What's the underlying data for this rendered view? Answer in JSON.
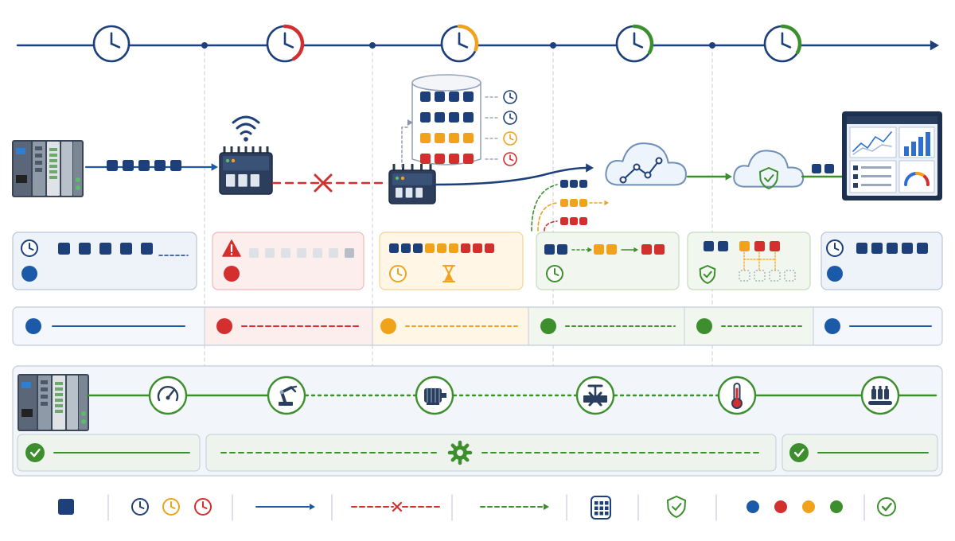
{
  "colors": {
    "navy": "#1d3f7a",
    "blue": "#1a5aa8",
    "red": "#d32f2f",
    "orange": "#f0a21b",
    "green": "#3d8f2e",
    "grey": "#c9ced6",
    "panel_blue": "#eef3fa",
    "panel_red": "#fdeeee",
    "panel_orange": "#fff6e6",
    "panel_green": "#f1f7ee",
    "line_grey": "#c4ccd8"
  },
  "timeline": {
    "clocks": [
      {
        "name": "timeline-clock-1",
        "arc": "none"
      },
      {
        "name": "timeline-clock-2",
        "arc": "red"
      },
      {
        "name": "timeline-clock-3",
        "arc": "orange"
      },
      {
        "name": "timeline-clock-4",
        "arc": "green"
      },
      {
        "name": "timeline-clock-5",
        "arc": "green"
      }
    ]
  },
  "devices": {
    "plc": "plc-controller-icon",
    "gateway": "wireless-gateway-icon",
    "edge": "edge-device-icon",
    "buffer": "data-buffer-database-icon",
    "cloud_analytics": "cloud-analytics-icon",
    "cloud_secure": "cloud-secure-icon",
    "dashboard": "dashboard-monitor-icon"
  },
  "process_icons": [
    "pressure-gauge-icon",
    "robot-arm-icon",
    "motor-icon",
    "valve-icon",
    "thermometer-icon",
    "bottling-conveyor-icon"
  ],
  "status_colors": [
    "blue",
    "red",
    "orange",
    "green",
    "green",
    "blue"
  ],
  "legend": [
    "data-packet-icon",
    "clock-status-icons",
    "data-flow-arrow-icon",
    "connection-lost-icon",
    "recovery-flow-arrow-icon",
    "database-buffer-icon",
    "security-shield-icon",
    "status-dots-icon",
    "check-icon"
  ]
}
